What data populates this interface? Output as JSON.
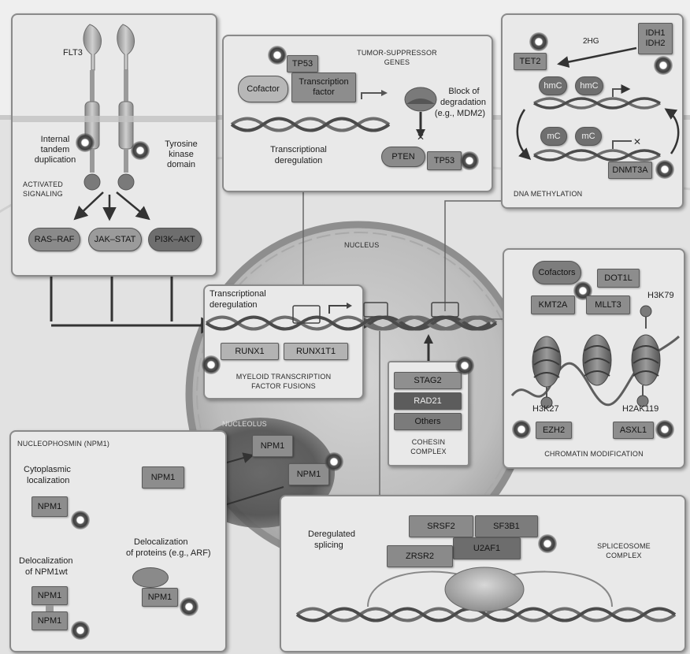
{
  "flt3": {
    "receptor_label": "FLT3",
    "itd_label_1": "Internal",
    "itd_label_2": "tandem",
    "itd_label_3": "duplication",
    "tkd_label_1": "Tyrosine",
    "tkd_label_2": "kinase",
    "tkd_label_3": "domain",
    "signaling_1": "ACTIVATED",
    "signaling_2": "SIGNALING",
    "pathways": [
      "RAS–RAF",
      "JAK–STAT",
      "PI3K–AKT"
    ]
  },
  "tumor_suppressor": {
    "title_1": "TUMOR-SUPPRESSOR",
    "title_2": "GENES",
    "tp53": "TP53",
    "cofactor": "Cofactor",
    "tf_1": "Transcription",
    "tf_2": "factor",
    "block_1": "Block of",
    "block_2": "degradation",
    "block_3": "(e.g., MDM2)",
    "pten": "PTEN",
    "tp53_b": "TP53",
    "dereg_1": "Transcriptional",
    "dereg_2": "deregulation"
  },
  "methylation": {
    "hg": "2HG",
    "idh1": "IDH1",
    "idh2": "IDH2",
    "tet2": "TET2",
    "hmc": "hmC",
    "mc": "mC",
    "dnmt3a": "DNMT3A",
    "title": "DNA METHYLATION"
  },
  "nucleus": {
    "label": "NUCLEUS",
    "nucleolus": "NUCLEOLUS"
  },
  "myeloid": {
    "dereg_1": "Transcriptional",
    "dereg_2": "deregulation",
    "runx1": "RUNX1",
    "runx1t1": "RUNX1T1",
    "title_1": "MYELOID TRANSCRIPTION",
    "title_2": "FACTOR FUSIONS"
  },
  "cohesin": {
    "items": [
      "STAG2",
      "RAD21",
      "Others"
    ],
    "title_1": "COHESIN",
    "title_2": "COMPLEX"
  },
  "chromatin": {
    "cofactors": "Cofactors",
    "dot1l": "DOT1L",
    "kmt2a": "KMT2A",
    "mllt3": "MLLT3",
    "h3k79": "H3K79",
    "h3k27": "H3K27",
    "h2ak119": "H2AK119",
    "ezh2": "EZH2",
    "asxl1": "ASXL1",
    "title": "CHROMATIN MODIFICATION"
  },
  "npm1": {
    "title": "NUCLEOPHOSMIN (NPM1)",
    "cyto_1": "Cytoplasmic",
    "cyto_2": "localization",
    "deloc_1": "Delocalization",
    "deloc_2": "of NPM1wt",
    "prot_1": "Delocalization",
    "prot_2": "of proteins (e.g., ARF)",
    "gene": "NPM1"
  },
  "spliceosome": {
    "dereg_1": "Deregulated",
    "dereg_2": "splicing",
    "srsf2": "SRSF2",
    "sf3b1": "SF3B1",
    "zrsr2": "ZRSR2",
    "u2af1": "U2AF1",
    "title_1": "SPLICEOSOME",
    "title_2": "COMPLEX"
  }
}
